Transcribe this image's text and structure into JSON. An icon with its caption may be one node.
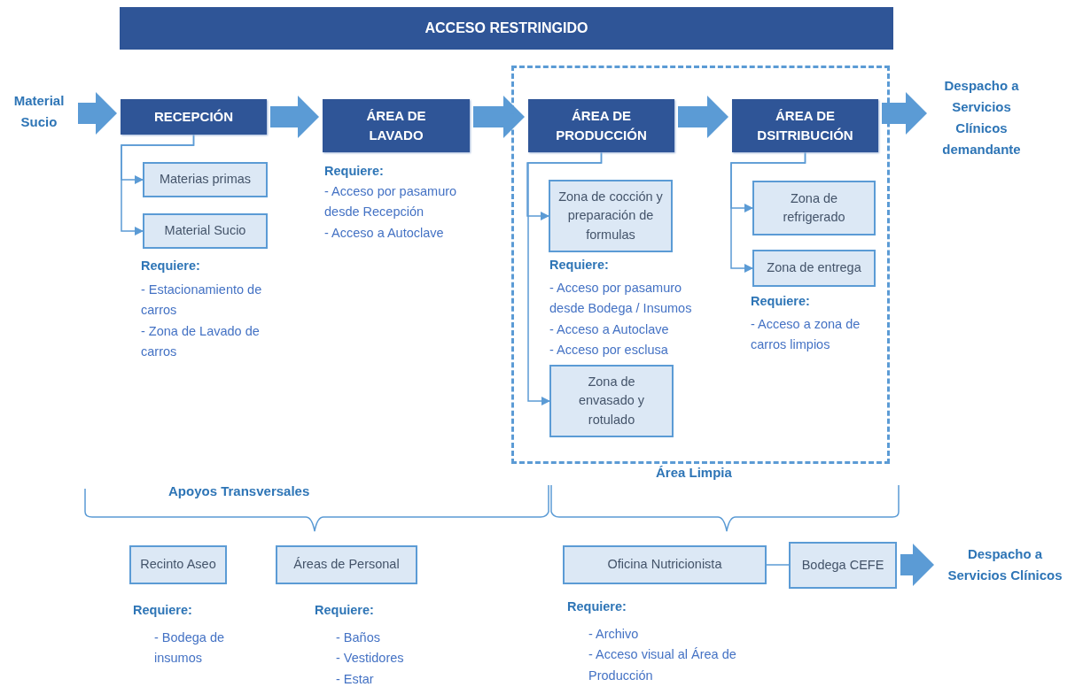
{
  "diagram": {
    "nodes": [
      {
        "text": [
          "ACCESO RESTRINGIDO"
        ]
      },
      {
        "text": [
          "Material Sucio"
        ]
      },
      {
        "text": [
          "RECEPCIÓN"
        ]
      },
      {
        "text": [
          "ÁREA DE LAVADO"
        ],
        "beside": [
          "Requiere:",
          "- Acceso por pasamuro desde Recepción",
          "- Acceso a Autoclave"
        ]
      },
      {
        "text": [],
        "shape": "box"
      },
      {
        "text": [
          "ÁREA DE PRODUCCIÓN"
        ],
        "in": 4
      },
      {
        "text": [
          "ÁREA DE DSITRIBUCIÓN"
        ],
        "in": 4
      },
      {
        "text": [
          "Despacho a Servicios Clínicos demandante"
        ]
      },
      {
        "text": [
          "Materias primas"
        ]
      },
      {
        "text": [
          "Material Sucio"
        ],
        "beside": [
          "Requiere:",
          "- Estacionamiento de carros",
          "- Zona de Lavado de carros"
        ]
      },
      {
        "text": [
          "Zona de cocción y preparación de formulas"
        ],
        "in": 4,
        "beside": [
          "Requiere:",
          "- Acceso por pasamuro desde Bodega / Insumos",
          "- Acceso a Autoclave",
          "- Acceso por esclusa"
        ]
      },
      {
        "text": [
          "Zona de envasado y rotulado"
        ],
        "in": 4
      },
      {
        "text": [
          "Zona de refrigerado"
        ],
        "in": 4
      },
      {
        "text": [
          "Zona de entrega"
        ],
        "in": 4,
        "beside": [
          "Requiere:",
          "- Acceso a zona de carros limpios"
        ]
      },
      {
        "text": [
          "Recinto Aseo"
        ],
        "beside": [
          "Requiere:",
          "- Bodega de insumos"
        ]
      },
      {
        "text": [
          "Áreas de Personal"
        ],
        "beside": [
          "Requiere:",
          "- Baños",
          "- Vestidores",
          "- Estar"
        ]
      },
      {
        "text": [
          "Oficina Nutricionista"
        ],
        "beside": [
          "Requiere:",
          "- Archivo",
          "- Acceso visual al Área de Producción"
        ]
      },
      {
        "text": [
          "Bodega CEFE"
        ]
      },
      {
        "text": [
          "Despacho a Servicios Clínicos"
        ]
      }
    ],
    "edges": [
      {
        "from": 1,
        "to": 2,
        "arrow": "to",
        "style": "thick"
      },
      {
        "from": 2,
        "to": 3,
        "arrow": "to",
        "style": "thick"
      },
      {
        "from": 3,
        "to": 5,
        "arrow": "to",
        "style": "thick"
      },
      {
        "from": 5,
        "to": 6,
        "arrow": "to",
        "style": "thick"
      },
      {
        "from": 6,
        "to": 7,
        "arrow": "to",
        "style": "thick"
      },
      {
        "from": 2,
        "to": 8,
        "arrow": "to"
      },
      {
        "from": 2,
        "to": 9,
        "arrow": "to"
      },
      {
        "from": 5,
        "to": 10,
        "arrow": "to"
      },
      {
        "from": 5,
        "to": 11,
        "arrow": "to"
      },
      {
        "from": 6,
        "to": 12,
        "arrow": "to"
      },
      {
        "from": 6,
        "to": 13,
        "arrow": "to"
      },
      {
        "from": 16,
        "to": 17,
        "arrow": "none"
      },
      {
        "from": 17,
        "to": 18,
        "arrow": "to",
        "style": "thick"
      }
    ],
    "labels": [
      "Área Limpia",
      "Apoyos Transversales"
    ]
  }
}
